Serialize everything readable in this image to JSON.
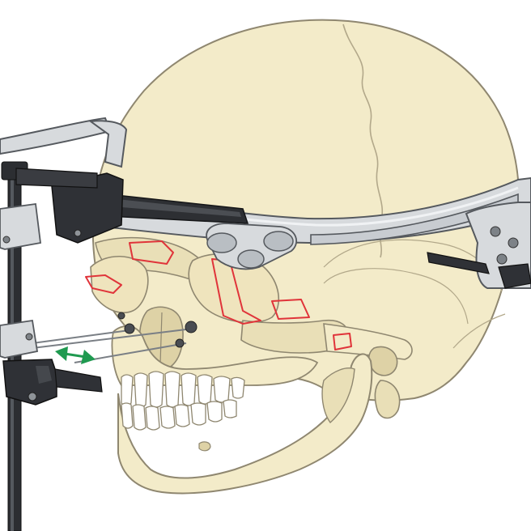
{
  "figure": {
    "subject": "skull-with-halo-distraction-frame",
    "colors": {
      "background": "#ffffff",
      "bone": "#f3ebc9",
      "bone_shadow": "#e6dab0",
      "bone_outline": "#8f8770",
      "suture": "#b2a88a",
      "metal_light": "#d7dadd",
      "metal_mid": "#b3b8bd",
      "metal_dark": "#3a3c40",
      "metal_outline": "#55595e",
      "osteotomy": "#e0343a",
      "arrow": "#1f9a50",
      "teeth": "#ffffff"
    },
    "icons": [
      "skull",
      "halo-frame",
      "vertical-rod",
      "distraction-arrow",
      "osteotomy-lines"
    ]
  }
}
